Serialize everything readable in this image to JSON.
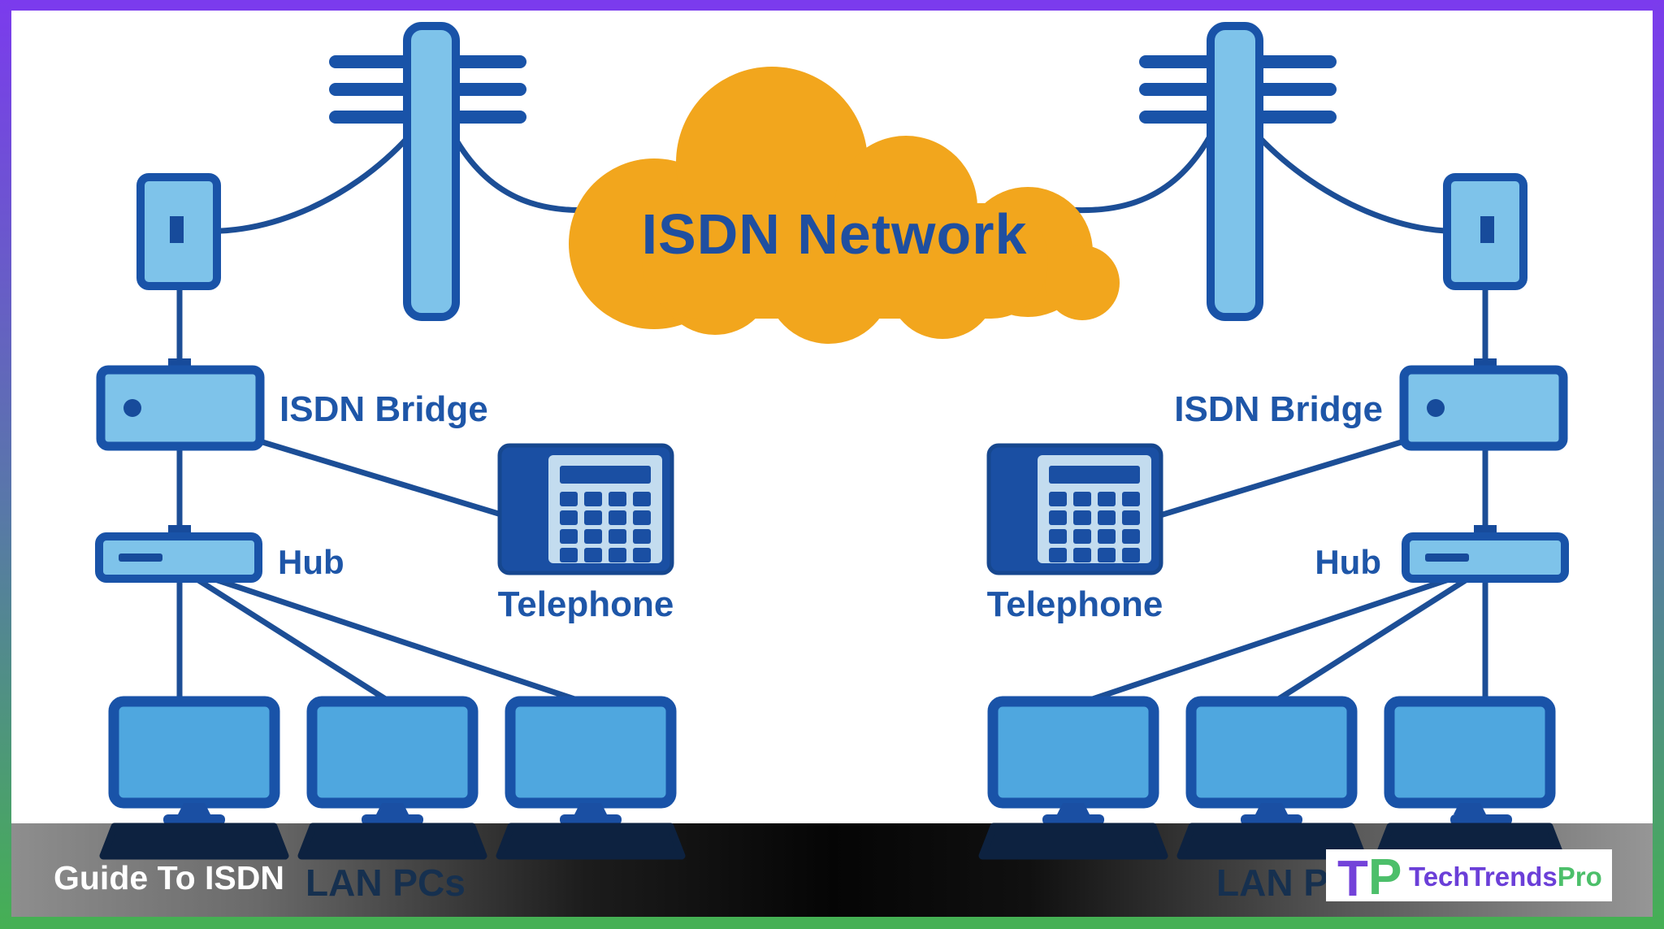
{
  "cloud": {
    "label": "ISDN Network",
    "fill": "#F2A61D",
    "text_color": "#1F4FA0"
  },
  "left": {
    "bridge_label": "ISDN Bridge",
    "hub_label": "Hub",
    "phone_label": "Telephone",
    "lan_label": "LAN PCs"
  },
  "right": {
    "bridge_label": "ISDN Bridge",
    "hub_label": "Hub",
    "phone_label": "Telephone",
    "lan_label": "LAN PCs"
  },
  "footer": {
    "caption": "Guide To ISDN"
  },
  "logo": {
    "mono_t": "T",
    "mono_p": "P",
    "name": "TechTrends",
    "suffix": "Pro",
    "name_color": "#6B3FD8",
    "suffix_color": "#4CBF6A"
  },
  "colors": {
    "border_top": "#7B3BED",
    "border_bottom": "#45B054",
    "device_fill": "#7EC3EA",
    "device_stroke": "#1953A8",
    "screen_fill": "#4FA7DF",
    "wire": "#1C4E96",
    "label_text": "#1E56A8",
    "keyboard_navy": "#0D2240",
    "phone_body": "#1A4FA3",
    "phone_panel": "#C3DCEF",
    "footer_bar_dark": "#050505",
    "footer_bar_gray": "#8E8E8E"
  }
}
